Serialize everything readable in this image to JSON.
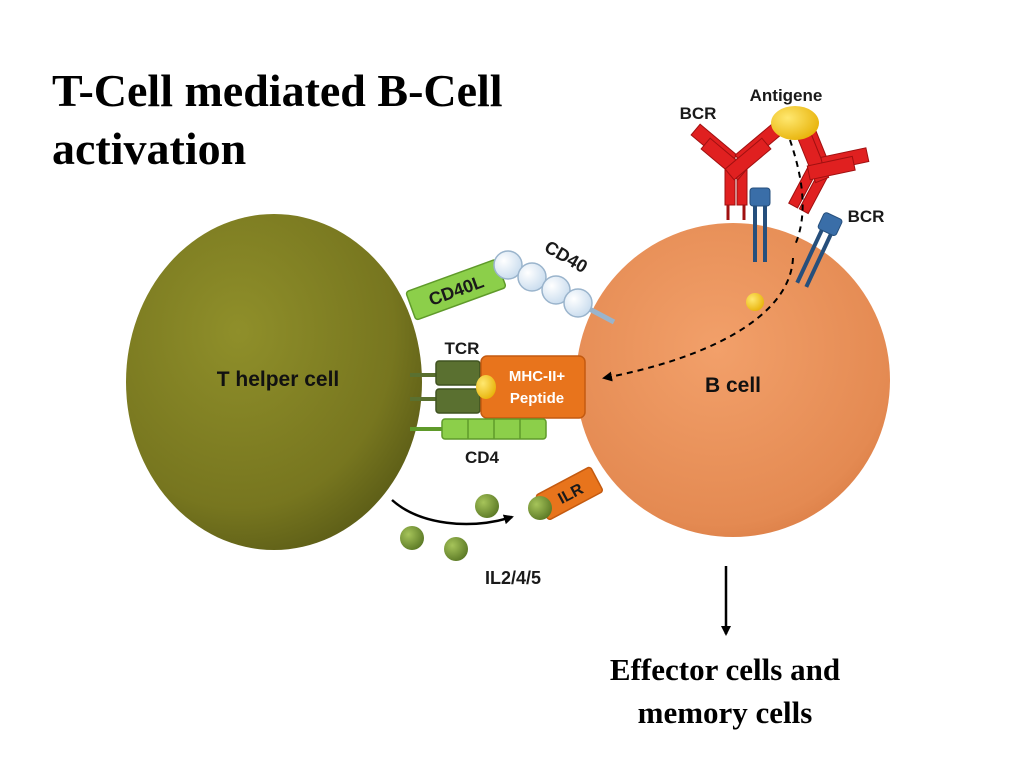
{
  "slide": {
    "title_line1": "T-Cell mediated B-Cell",
    "title_line2": "activation",
    "outcome_line1": "Effector cells and",
    "outcome_line2": "memory cells"
  },
  "diagram": {
    "t_cell": "T helper cell",
    "b_cell": "B cell",
    "cd40l": "CD40L",
    "cd40": "CD40",
    "tcr": "TCR",
    "mhc_line1": "MHC-II+",
    "mhc_line2": "Peptide",
    "cd4": "CD4",
    "ilr": "ILR",
    "cytokines": "IL2/4/5",
    "bcr_left": "BCR",
    "bcr_right": "BCR",
    "antigen": "Antigene"
  },
  "colors": {
    "t_cell": "#7d7d22",
    "b_cell": "#e8915a",
    "green_receptor": "#8ccf4a",
    "dark_green": "#5a7030",
    "mhc": "#e8741c",
    "bcr_red": "#e02020",
    "blue_coreceptor": "#3a6ea8",
    "antigen_yellow": "#f2c414"
  }
}
